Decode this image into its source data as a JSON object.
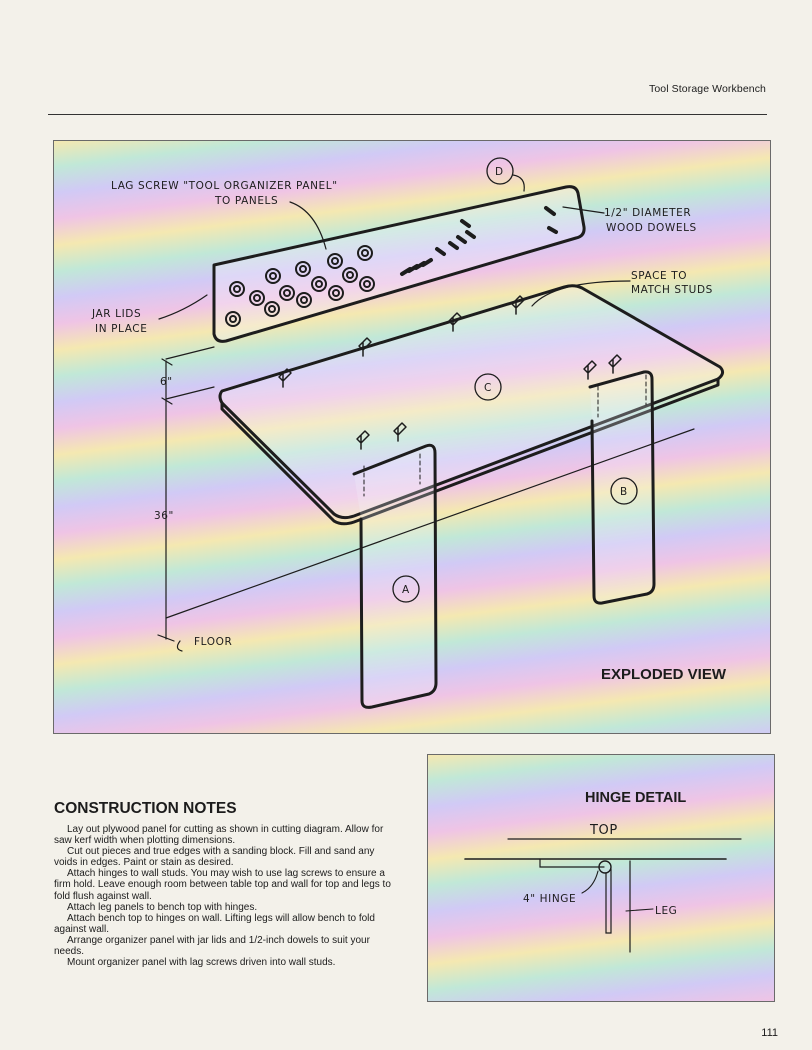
{
  "header": {
    "title": "Tool Storage Workbench"
  },
  "exploded_view": {
    "caption": "EXPLODED VIEW",
    "labels": {
      "lag_screw_line1": "LAG SCREW \"TOOL ORGANIZER PANEL\"",
      "lag_screw_line2": "TO PANELS",
      "dowels_line1": "1/2\" DIAMETER",
      "dowels_line2": "WOOD DOWELS",
      "space_line1": "SPACE TO",
      "space_line2": "MATCH STUDS",
      "jar_line1": "JAR LIDS",
      "jar_line2": "IN PLACE",
      "dim_6": "6\"",
      "dim_36": "36\"",
      "floor": "FLOOR",
      "part_a": "A",
      "part_b": "B",
      "part_c": "C",
      "part_d": "D"
    }
  },
  "hinge_detail": {
    "title": "HINGE DETAIL",
    "top_label": "TOP",
    "hinge_label": "4\" HINGE",
    "leg_label": "LEG"
  },
  "construction_notes": {
    "title": "CONSTRUCTION NOTES",
    "paragraphs": [
      "Lay out plywood panel for cutting as shown in cutting diagram. Allow for saw kerf width when plotting dimensions.",
      "Cut out pieces and true edges with a sanding block. Fill and sand any voids in edges. Paint or stain as desired.",
      "Attach hinges to wall studs. You may wish to use lag screws to ensure a firm hold. Leave enough room between table top and wall for top and legs to fold flush against wall.",
      "Attach leg panels to bench top with hinges.",
      "Attach bench top to hinges on wall. Lifting legs will allow bench to fold against wall.",
      "Arrange organizer panel with jar lids and 1/2-inch dowels to suit your needs.",
      "Mount organizer panel with lag screws driven into wall studs."
    ]
  },
  "page_number": "111"
}
